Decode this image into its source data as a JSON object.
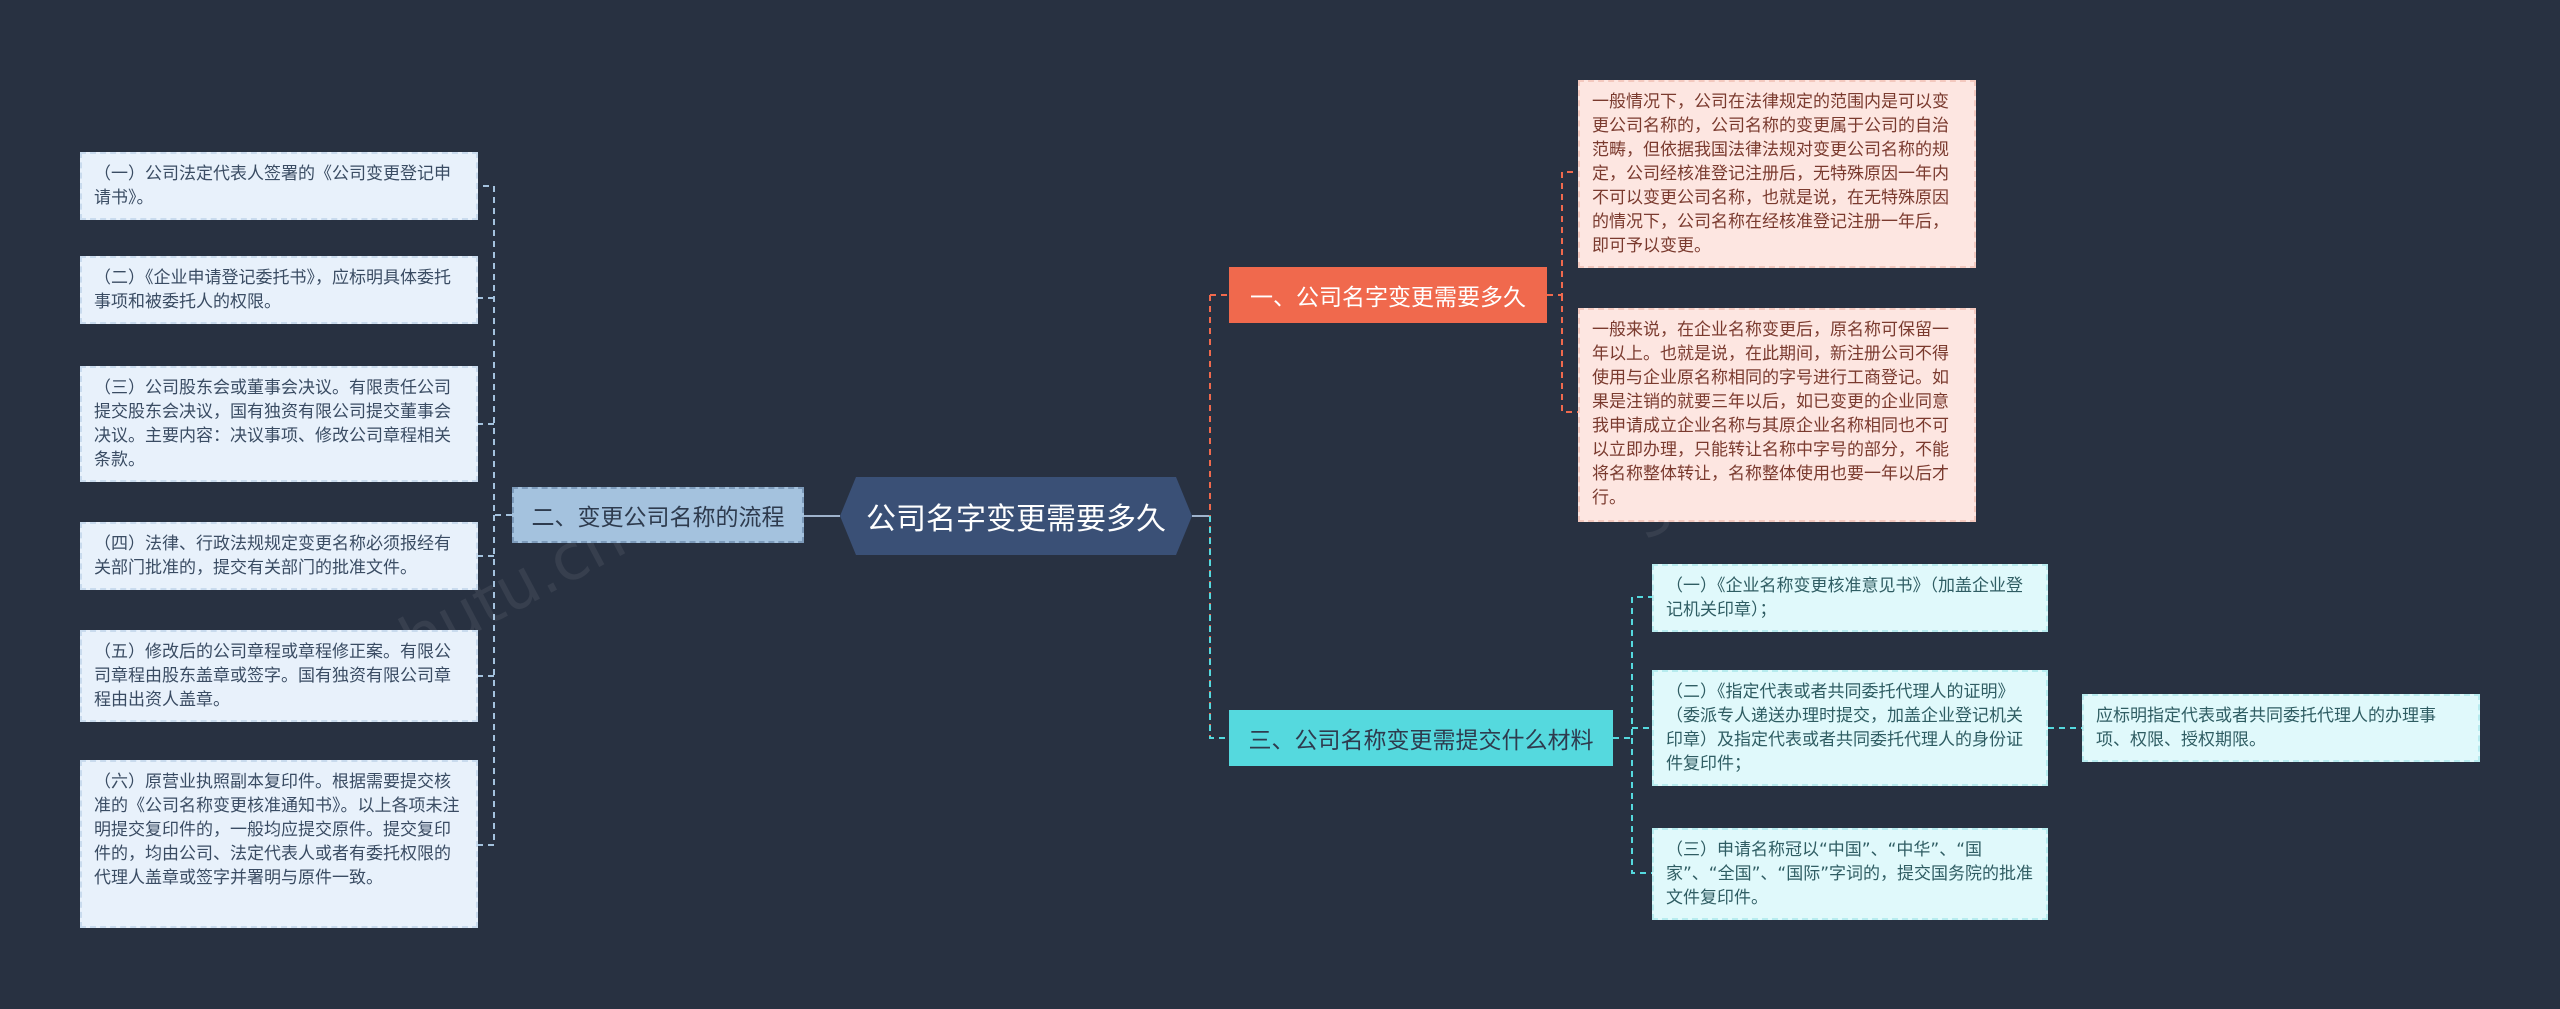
{
  "root": {
    "label": "公司名字变更需要多久"
  },
  "branches": [
    {
      "label": "一、公司名字变更需要多久",
      "color": "#f0694d",
      "children": [
        "一般情况下，公司在法律规定的范围内是可以变更公司名称的，公司名称的变更属于公司的自治范畴，但依据我国法律法规对变更公司名称的规定，公司经核准登记注册后，无特殊原因一年内不可以变更公司名称，也就是说，在无特殊原因的情况下，公司名称在经核准登记注册一年后，即可予以变更。",
        "一般来说，在企业名称变更后，原名称可保留一年以上。也就是说，在此期间，新注册公司不得使用与企业原名称相同的字号进行工商登记。如果是注销的就要三年以后，如已变更的企业同意我申请成立企业名称与其原企业名称相同也不可以立即办理，只能转让名称中字号的部分，不能将名称整体转让，名称整体使用也要一年以后才行。"
      ]
    },
    {
      "label": "二、变更公司名称的流程",
      "color": "#a4c2de",
      "children": [
        "（一）公司法定代表人签署的《公司变更登记申请书》。",
        "（二）《企业申请登记委托书》，应标明具体委托事项和被委托人的权限。",
        "（三）公司股东会或董事会决议。有限责任公司提交股东会决议，国有独资有限公司提交董事会决议。主要内容：决议事项、修改公司章程相关条款。",
        "（四）法律、行政法规规定变更名称必须报经有关部门批准的，提交有关部门的批准文件。",
        "（五）修改后的公司章程或章程修正案。有限公司章程由股东盖章或签字。国有独资有限公司章程由出资人盖章。",
        "（六）原营业执照副本复印件。根据需要提交核准的《公司名称变更核准通知书》。以上各项未注明提交复印件的，一般均应提交原件。提交复印件的，均由公司、法定代表人或者有委托权限的代理人盖章或签字并署明与原件一致。"
      ]
    },
    {
      "label": "三、公司名称变更需提交什么材料",
      "color": "#55d9de",
      "children": [
        "（一）《企业名称变更核准意见书》（加盖企业登记机关印章）；",
        "（二）《指定代表或者共同委托代理人的证明》（委派专人递送办理时提交，加盖企业登记机关印章）及指定代表或者共同委托代理人的身份证件复印件；",
        "（三）申请名称冠以“中国”、“中华”、“国家”、“全国”、“国际”字词的，提交国务院的批准文件复印件。"
      ],
      "sub_note": "应标明指定代表或者共同委托代理人的办理事项、权限、授权期限。"
    }
  ],
  "colors": {
    "background": "#283141",
    "root": "#3a5076",
    "pink_leaf": "#fde6e1",
    "blue_leaf": "#e8f1fb",
    "cyan_leaf": "#e0f9fb"
  }
}
